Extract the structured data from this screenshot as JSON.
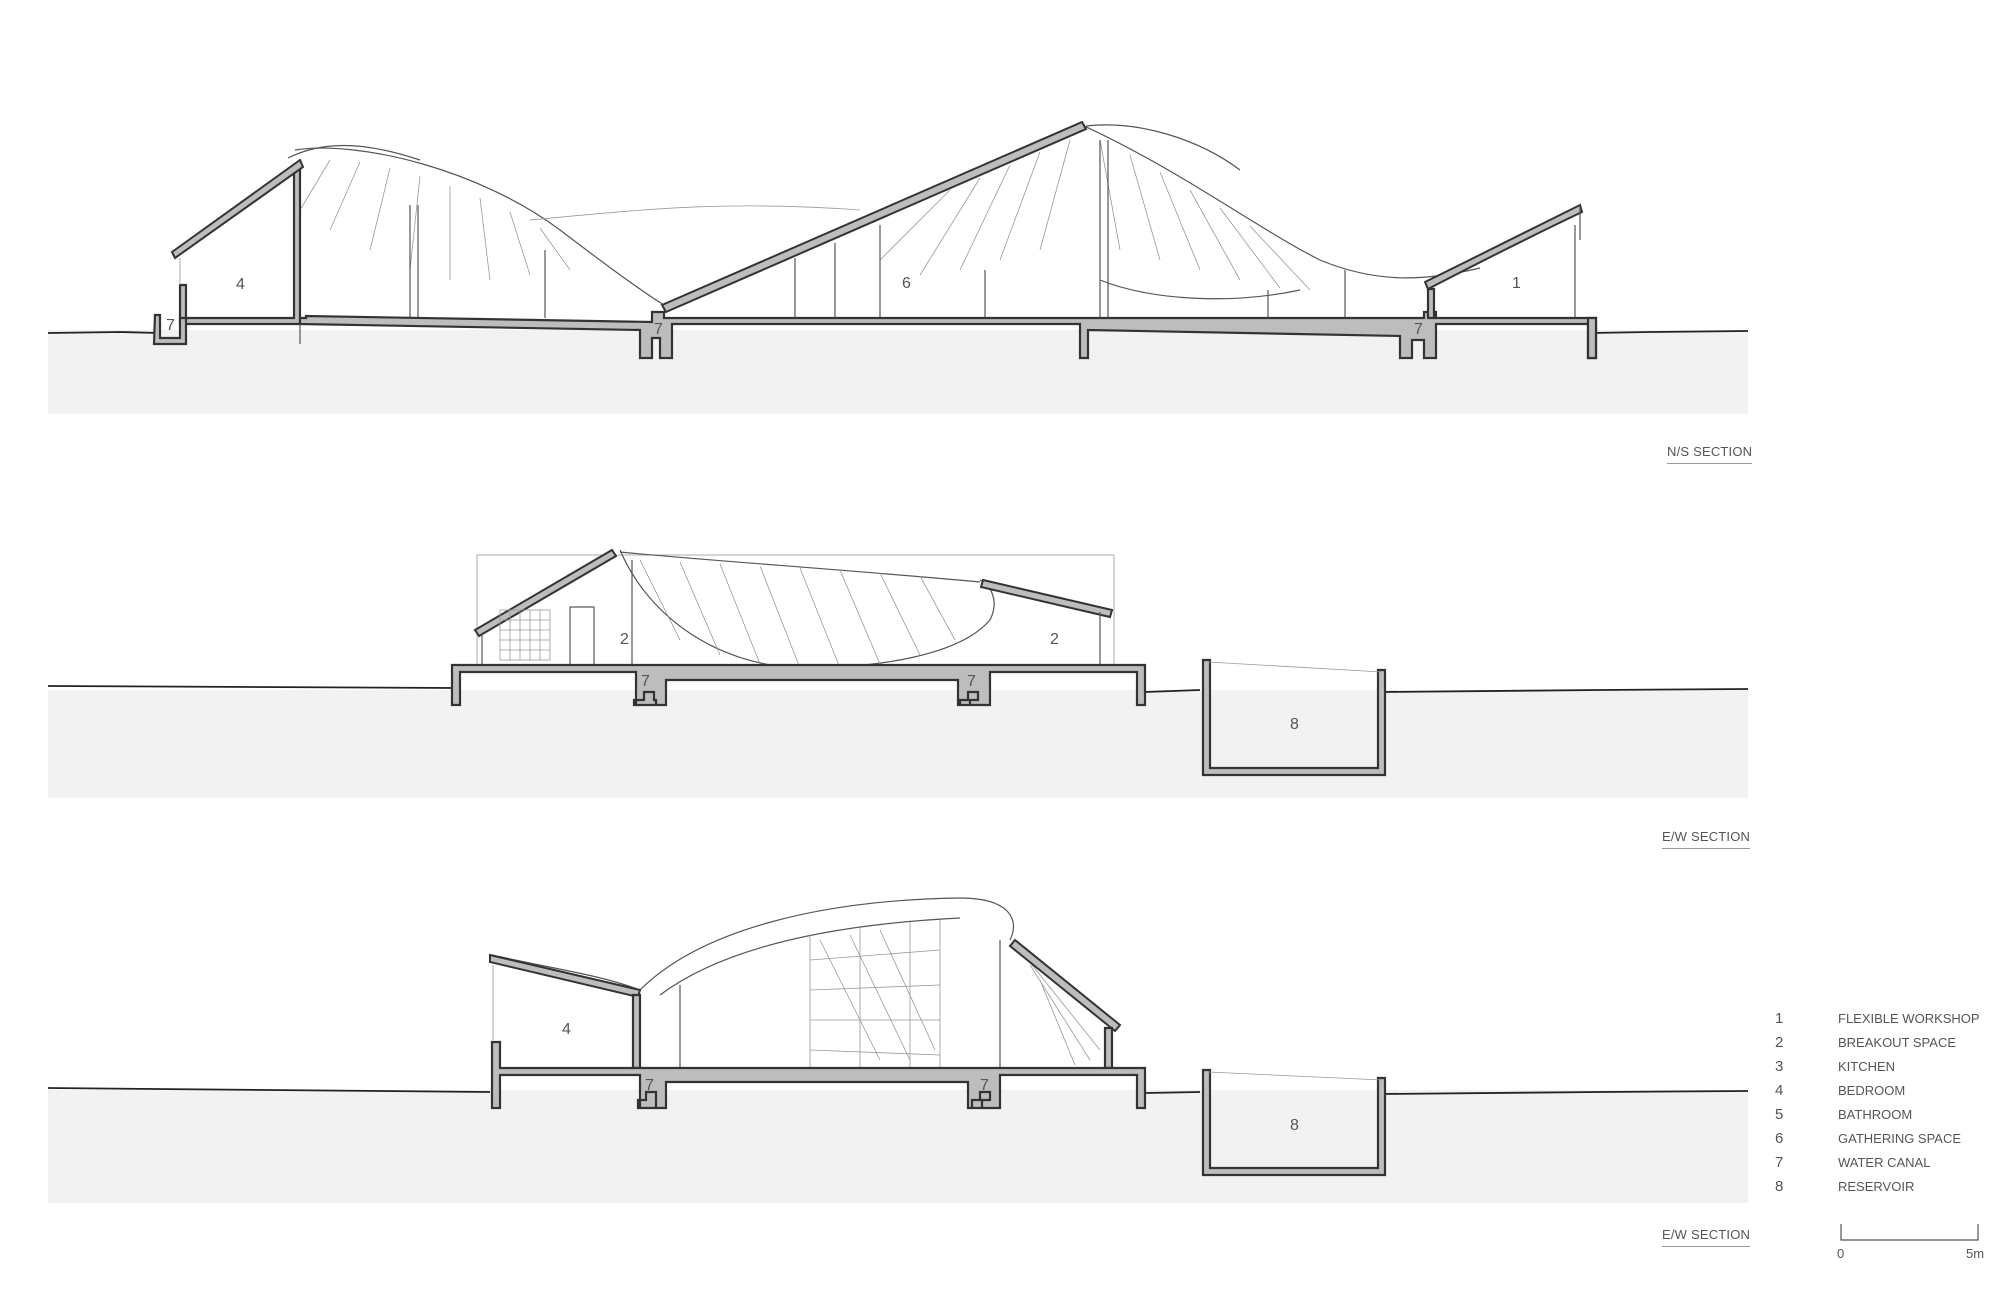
{
  "sections": {
    "ns": {
      "title": "N/S SECTION",
      "labels": [
        "4",
        "6",
        "1",
        "7",
        "7",
        "7"
      ]
    },
    "ew1": {
      "title": "E/W SECTION",
      "labels": [
        "2",
        "2",
        "7",
        "7",
        "8"
      ]
    },
    "ew2": {
      "title": "E/W SECTION",
      "labels": [
        "4",
        "7",
        "7",
        "8"
      ]
    }
  },
  "legend": [
    {
      "num": "1",
      "text": "FLEXIBLE WORKSHOP"
    },
    {
      "num": "2",
      "text": "BREAKOUT SPACE"
    },
    {
      "num": "3",
      "text": "KITCHEN"
    },
    {
      "num": "4",
      "text": "BEDROOM"
    },
    {
      "num": "5",
      "text": "BATHROOM"
    },
    {
      "num": "6",
      "text": "GATHERING SPACE"
    },
    {
      "num": "7",
      "text": "WATER CANAL"
    },
    {
      "num": "8",
      "text": "RESERVOIR"
    }
  ],
  "scale_bar": {
    "start": "0",
    "end": "5m"
  }
}
